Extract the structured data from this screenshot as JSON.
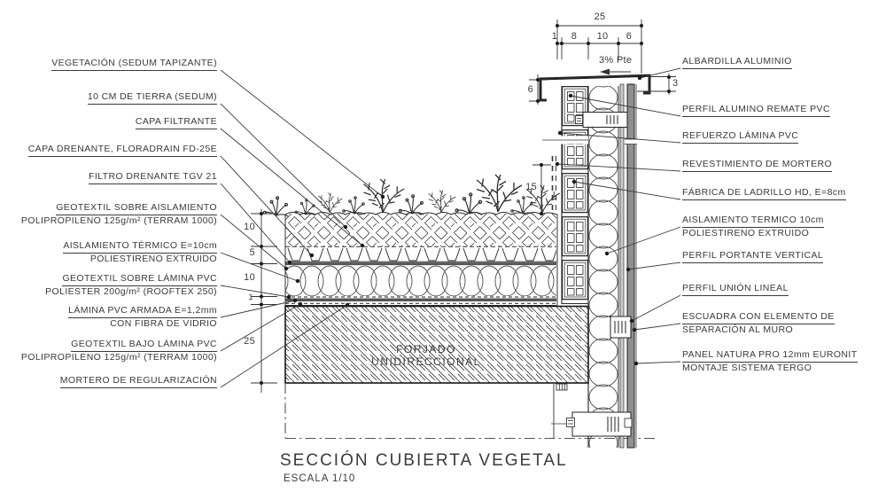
{
  "title": {
    "main": "SECCIÓN CUBIERTA VEGETAL",
    "scale": "ESCALA 1/10"
  },
  "slab_label": "FORJADO UNIDIRECCIONAL",
  "left_labels": [
    {
      "l1": "VEGETACIÓN (SEDUM TAPIZANTE)"
    },
    {
      "l1": "10 CM DE TIERRA (SEDUM)"
    },
    {
      "l1": "CAPA FILTRANTE"
    },
    {
      "l1": "CAPA DRENANTE, FLORADRAIN FD-25E"
    },
    {
      "l1": "FILTRO DRENANTE TGV 21"
    },
    {
      "l1": "GEOTEXTIL SOBRE AISLAMIENTO",
      "l2": "POLIPROPILENO 125g/m² (TERRAM 1000)"
    },
    {
      "l1": "AISLAMIENTO TÉRMICO E=10cm",
      "l2": "POLIESTIRENO EXTRUIDO"
    },
    {
      "l1": "GEOTEXTIL SOBRE LÁMINA PVC",
      "l2": "POLIESTER 200g/m² (ROOFTEX 250)"
    },
    {
      "l1": "LÁMINA PVC ARMADA E=1,2mm",
      "l2": "CON FIBRA DE VIDRIO"
    },
    {
      "l1": "GEOTEXTIL BAJO LÁMINA PVC",
      "l2": "POLIPROPILENO 125g/m² (TERRAM 1000)"
    },
    {
      "l1": "MORTERO DE REGULARIZACIÓN"
    }
  ],
  "right_labels": [
    {
      "l1": "ALBARDILLA ALUMINIO"
    },
    {
      "l1": "PERFIL ALUMINO REMATE PVC"
    },
    {
      "l1": "REFUERZO LÁMINA PVC"
    },
    {
      "l1": "REVESTIMIENTO DE MORTERO"
    },
    {
      "l1": "FÁBRICA DE LADRILLO HD, E=8cm"
    },
    {
      "l1": "AISLAMIENTO TERMICO 10cm",
      "l2": "POLIESTIRENO EXTRUIDO"
    },
    {
      "l1": "PERFIL PORTANTE VERTICAL"
    },
    {
      "l1": "PERFIL UNIÓN LINEAL"
    },
    {
      "l1": "ESCUADRA CON ELEMENTO DE",
      "l2": "SEPARACIÓN AL MURO"
    },
    {
      "l1": "PANEL NATURA PRO 12mm EURONIT",
      "l2": "MONTAJE SISTEMA TERGO"
    }
  ],
  "dims": {
    "top_total": "25",
    "top_parts": [
      "1",
      "8",
      "10",
      "6"
    ],
    "slope": "3% Pte",
    "coping_left": "6",
    "coping_right": "3",
    "veg_height": "15",
    "layer_chain": [
      "10",
      "5",
      "10",
      "1",
      "25"
    ]
  },
  "colors": {
    "line": "#333333",
    "panel": "#8f8f8f",
    "membrane": "#555555",
    "background": "#ffffff"
  }
}
